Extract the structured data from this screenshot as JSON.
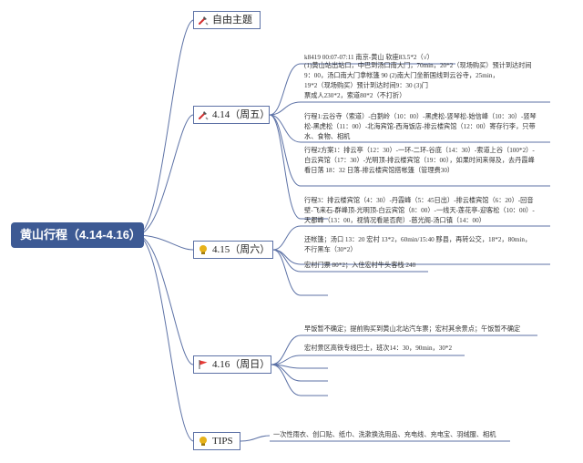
{
  "root": {
    "label": "黄山行程（4.14-4.16）"
  },
  "colors": {
    "root_bg": "#3d5a94",
    "link": "#5d72a6",
    "flag": "#e53935",
    "bulb": "#e7b21a",
    "tool": "#d32f2f"
  },
  "branches": [
    {
      "label": "自由主题",
      "icon": "tool-icon",
      "leaves": []
    },
    {
      "label": "4.14（周五）",
      "icon": "tool-icon",
      "leaves": [
        "k8419  00:07-07:11  南京-黄山  软座83.5*2（√）",
        "(1)黄山站出站口，中巴到汤口南大门，70min，20*2（现场购买）预计到达时间\n9：00，汤口南大门拿帐篷 90                    (2)南大门坐新国线到云谷寺，25min，\n19*2（现场购买）预计到达时间9：30                                            (3)门\n票成人230*2，索道80*2（不打折）",
        "行程1:云谷寺（索道）-白鹅岭（10：00）-黑虎松-竖琴松-始信峰（10：30）-竖琴\n松-黑虎松（11：00）-北海宾馆-西海饭店-排云楼宾馆（12：00）寄存行李，只带\n水、食物、相机",
        "行程2方案1：排云亭（12：30）-一环-二环-谷底（14：30）-索道上谷（100*2）-\n白云宾馆（17：30）-光明顶-排云楼宾馆（19：00），如果时间来得及，去丹霞峰\n看日落 18：32 日落-排云楼宾馆搭帐篷（管理费30）"
      ]
    },
    {
      "label": "4.15（周六）",
      "icon": "bulb-icon",
      "leaves": [
        "行程3：排云楼宾馆（4：30）-丹霞峰（5：45日出）-排云楼宾馆（6：20）-回音\n壁-飞来石-群峰顶-光明顶-白云宾馆（8：00）-一线天-莲花亭-迎客松（10：00）-\n天都峰（13：00，视情况看是否爬）-慈光阁-汤口镇（14：00）",
        "还帐篷；汤口 13：20 宏村 13*2，60min/15:40 黟县，再转公交，18*2，80min，\n不行黑车（30*2）",
        "宏村门票 80*2；入住宏村牛头客栈 240"
      ]
    },
    {
      "label": "4.16（周日）",
      "icon": "flag-icon",
      "leaves": [
        "早饭暂不确定；提前购买到黄山北站汽车票；宏村其余景点；午饭暂不确定",
        "宏村景区高铁专线巴士，班次14：30，90min，30*2"
      ]
    },
    {
      "label": "TIPS",
      "icon": "bulb-icon",
      "leaves": [
        "一次性雨衣、创口贴、纸巾、洗漱换洗用品、充电线、充电宝、羽绒服、相机"
      ]
    }
  ]
}
